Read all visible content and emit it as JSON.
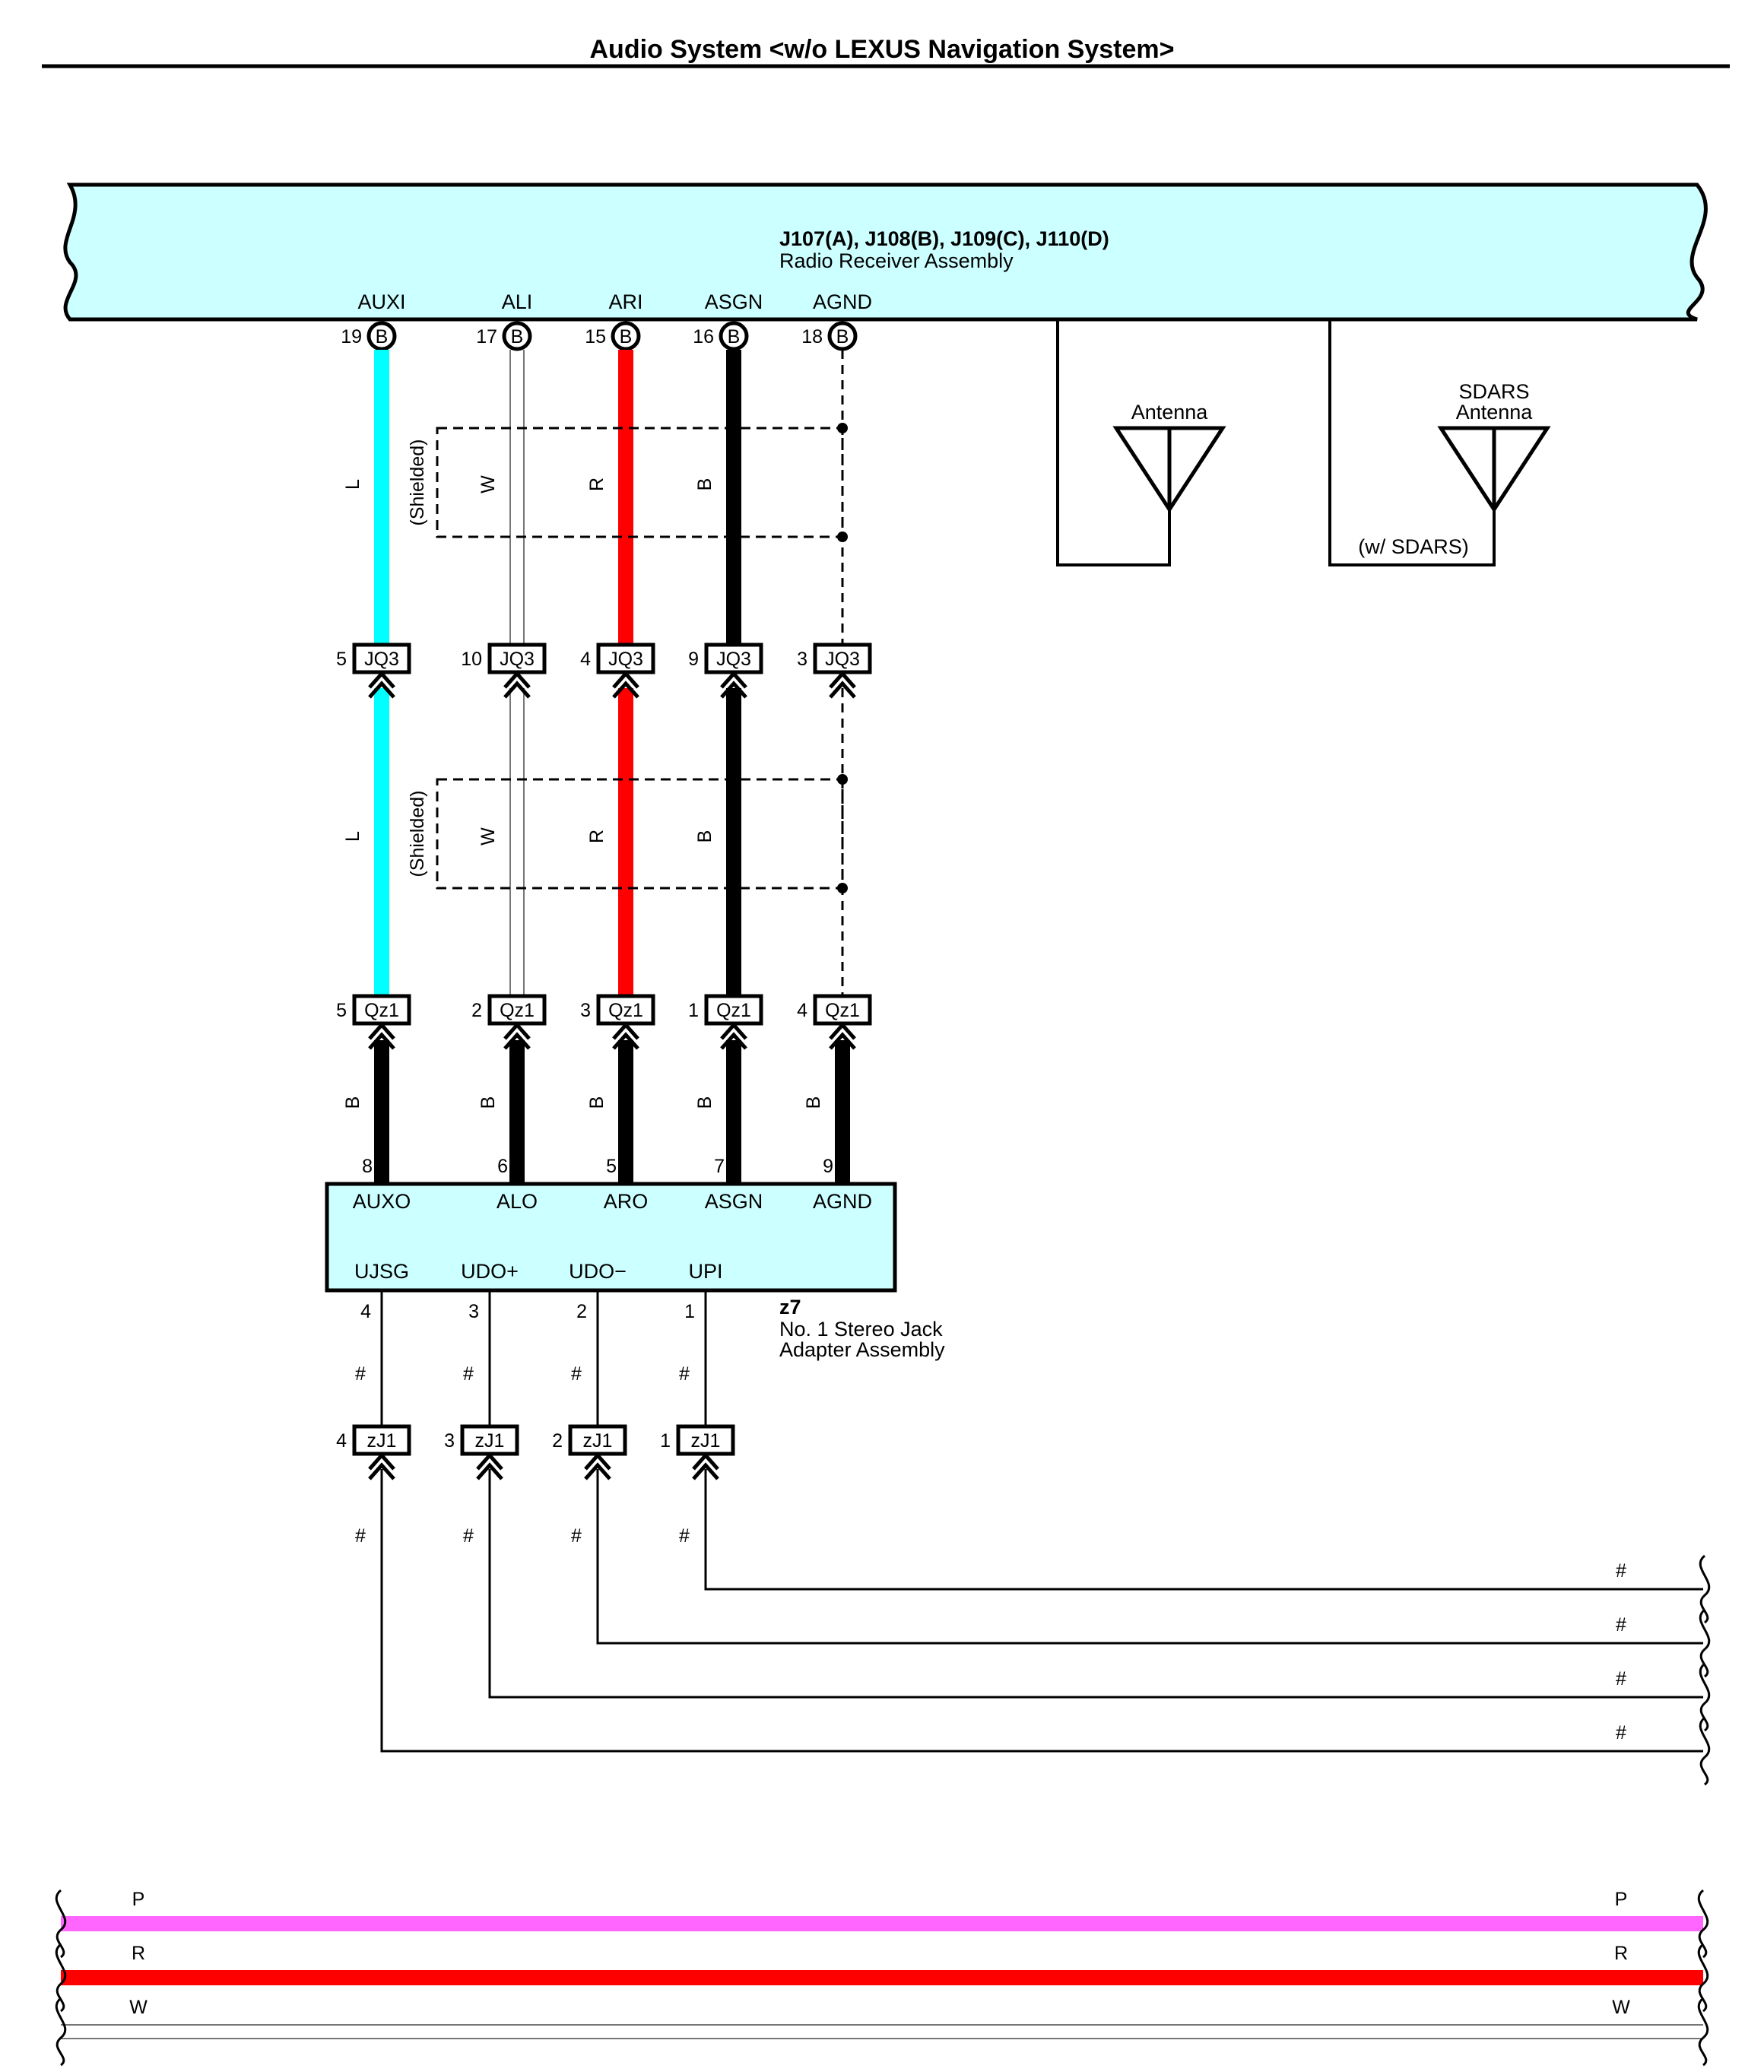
{
  "title": "Audio System <w/o LEXUS Navigation System>",
  "colors": {
    "receiver_fill": "#ccffff",
    "wire_L": "#00ffff",
    "wire_R": "#ff0000",
    "wire_B": "#000000",
    "wire_W": "#ffffff",
    "wire_P": "#ff66ff",
    "stroke": "#000000"
  },
  "receiver": {
    "connectors": "J107(A), J108(B), J109(C), J110(D)",
    "name": "Radio Receiver Assembly",
    "terminals": [
      {
        "name": "AUXI",
        "pin": "19",
        "conn": "B"
      },
      {
        "name": "ALI",
        "pin": "17",
        "conn": "B"
      },
      {
        "name": "ARI",
        "pin": "15",
        "conn": "B"
      },
      {
        "name": "ASGN",
        "pin": "16",
        "conn": "B"
      },
      {
        "name": "AGND",
        "pin": "18",
        "conn": "B"
      }
    ]
  },
  "antennas": [
    {
      "label": "Antenna",
      "label2": "",
      "note": ""
    },
    {
      "label": "SDARS",
      "label2": "Antenna",
      "note": "(w/ SDARS)"
    }
  ],
  "shield_label": "(Shielded)",
  "upper_wires": [
    {
      "color": "L",
      "style": "thick"
    },
    {
      "color": "W",
      "style": "double"
    },
    {
      "color": "R",
      "style": "thick"
    },
    {
      "color": "B",
      "style": "thick"
    },
    {
      "color": "",
      "style": "dashed"
    }
  ],
  "jq3": {
    "name": "JQ3",
    "pins": [
      "5",
      "10",
      "4",
      "9",
      "3"
    ]
  },
  "qz1": {
    "name": "Qz1",
    "pins": [
      "5",
      "2",
      "3",
      "1",
      "4"
    ]
  },
  "lower_wire_color": "B",
  "adapter": {
    "id": "z7",
    "name_line1": "No.  1 Stereo Jack",
    "name_line2": "Adapter Assembly",
    "top_terminals": [
      {
        "name": "AUXO",
        "pin": "8"
      },
      {
        "name": "ALO",
        "pin": "6"
      },
      {
        "name": "ARO",
        "pin": "5"
      },
      {
        "name": "ASGN",
        "pin": "7"
      },
      {
        "name": "AGND",
        "pin": "9"
      }
    ],
    "bottom_terminals": [
      {
        "name": "UJSG",
        "pin": "4"
      },
      {
        "name": "UDO+",
        "pin": "3"
      },
      {
        "name": "UDO−",
        "pin": "2"
      },
      {
        "name": "UPI",
        "pin": "1"
      }
    ]
  },
  "zj1": {
    "name": "zJ1",
    "pins": [
      "4",
      "3",
      "2",
      "1"
    ]
  },
  "hash": "#",
  "power_wires": [
    {
      "color": "P"
    },
    {
      "color": "R"
    },
    {
      "color": "W"
    }
  ]
}
